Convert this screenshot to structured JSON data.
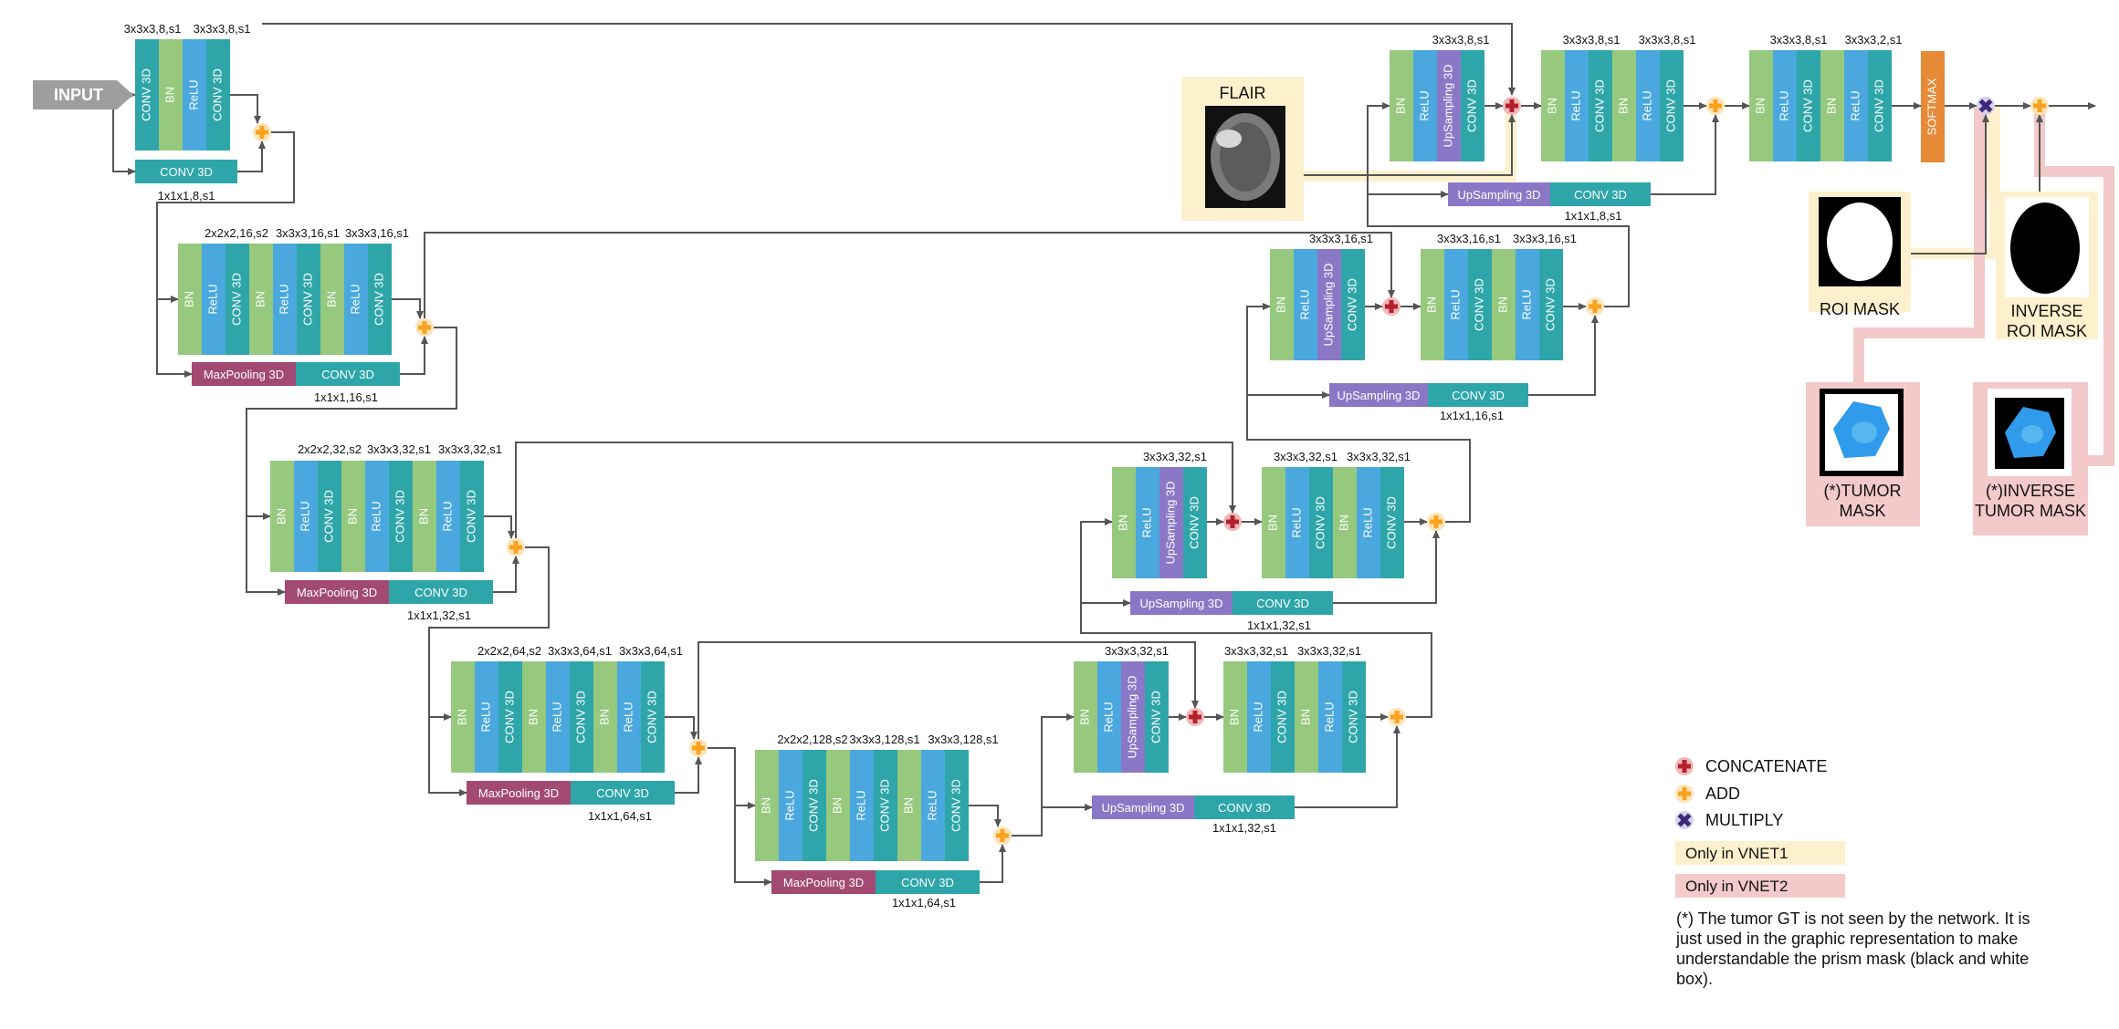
{
  "colors": {
    "bn": "#96c97e",
    "relu": "#4aa8de",
    "conv": "#2ea6a9",
    "upsampling": "#8a78c7",
    "maxpool": "#a24a72",
    "softmax": "#e68a35",
    "input": "#9e9e9e",
    "concat": "#b3202a",
    "add": "#f8a21f",
    "multiply": "#3b2a7a",
    "vnet1": "#fdf0cc",
    "vnet2": "#f3c9c9",
    "line": "#555555"
  },
  "labels": {
    "input": "INPUT",
    "bn": "BN",
    "relu": "ReLU",
    "conv": "CONV 3D",
    "upsampling": "UpSampling 3D",
    "maxpool": "MaxPooling 3D",
    "softmax": "SOFTMAX",
    "flair": "FLAIR",
    "roi_mask": "ROI MASK",
    "inverse_roi_mask_1": "INVERSE",
    "inverse_roi_mask_2": "ROI MASK",
    "tumor_mask_1": "(*)TUMOR",
    "tumor_mask_2": "MASK",
    "inverse_tumor_mask_1": "(*)INVERSE",
    "inverse_tumor_mask_2": "TUMOR MASK"
  },
  "encoder": [
    {
      "specs": [
        "3x3x3,8,s1",
        "3x3x3,8,s1"
      ],
      "skip": "1x1x1,8,s1"
    },
    {
      "specs": [
        "2x2x2,16,s2",
        "3x3x3,16,s1",
        "3x3x3,16,s1"
      ],
      "skip": "1x1x1,16,s1"
    },
    {
      "specs": [
        "2x2x2,32,s2",
        "3x3x3,32,s1",
        "3x3x3,32,s1"
      ],
      "skip": "1x1x1,32,s1"
    },
    {
      "specs": [
        "2x2x2,64,s2",
        "3x3x3,64,s1",
        "3x3x3,64,s1"
      ],
      "skip": "1x1x1,64,s1"
    },
    {
      "specs": [
        "2x2x2,128,s2",
        "3x3x3,128,s1",
        "3x3x3,128,s1"
      ],
      "skip": "1x1x1,64,s1"
    }
  ],
  "decoder": [
    {
      "up": "3x3x3,8,s1",
      "specs": [
        "3x3x3,8,s1",
        "3x3x3,8,s1"
      ],
      "skip": "1x1x1,8,s1"
    },
    {
      "up": "3x3x3,16,s1",
      "specs": [
        "3x3x3,16,s1",
        "3x3x3,16,s1"
      ],
      "skip": "1x1x1,16,s1"
    },
    {
      "up": "3x3x3,32,s1",
      "specs": [
        "3x3x3,32,s1",
        "3x3x3,32,s1"
      ],
      "skip": "1x1x1,32,s1"
    },
    {
      "up": "3x3x3,32,s1",
      "specs": [
        "3x3x3,32,s1",
        "3x3x3,32,s1"
      ],
      "skip": "1x1x1,32,s1"
    }
  ],
  "final": {
    "specs": [
      "3x3x3,8,s1",
      "3x3x3,2,s1"
    ]
  },
  "legend": {
    "concat": "CONCATENATE",
    "add": "ADD",
    "multiply": "MULTIPLY",
    "vnet1": "Only  in VNET1",
    "vnet2": "Only in VNET2"
  },
  "note": "(*) The tumor GT is not seen by the network. It is just used in the graphic representation to make understandable the prism mask (black and white box)."
}
